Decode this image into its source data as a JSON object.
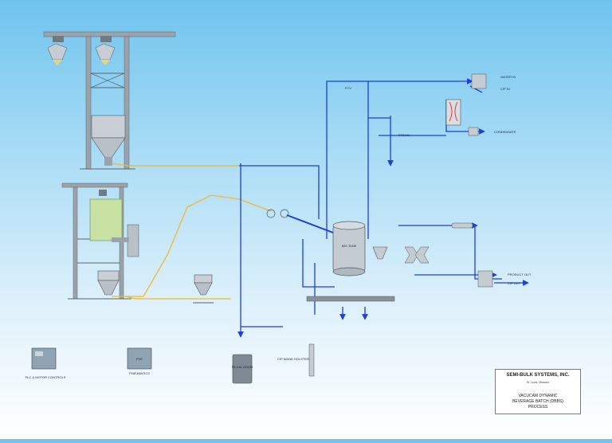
{
  "title_block": {
    "company": "SEMI-BULK SYSTEMS, INC.",
    "location": "St. Louis, Missouri",
    "line1": "VACUCAM DYNAMIC",
    "line2": "BEVERAGE BATCH (DBBS)",
    "line3": "PROCESS"
  },
  "labels": {
    "water_in": "WATER IN",
    "cip_in": "CIP IN",
    "steam": "STEAM",
    "condensate": "CONDENSATE",
    "product_out": "PRODUCT OUT",
    "cip_out": "CIP OUT",
    "plc": "PLC & MOTOR CONTROLS",
    "pneumatics": "PNEUMATICS",
    "pve": "PVE",
    "cip_wand": "CIP WAND HOLSTER",
    "drum": "55 GAL DRUM",
    "fcv": "FCV",
    "tank": "MIX TANK"
  },
  "colors": {
    "pipe_blue": "#1c3fd6",
    "pipe_yellow": "#f2b632",
    "equipment": "#b8c0c8",
    "frame": "#8a9299"
  }
}
